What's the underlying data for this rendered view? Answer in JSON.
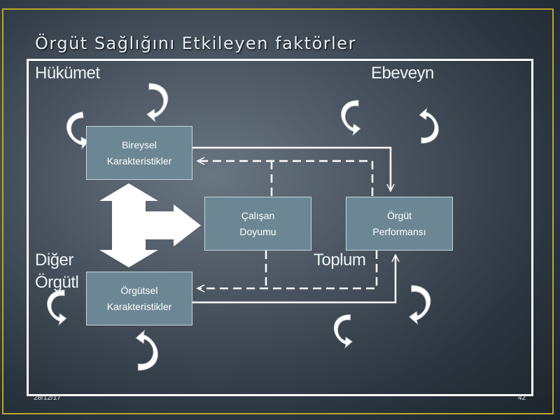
{
  "slide": {
    "title": "Örgüt Sağlığını Etkileyen faktörler",
    "footer_date": "28/12/17",
    "page_number": "42"
  },
  "environment_labels": {
    "government": "Hükümet",
    "parents": "Ebeveyn",
    "other_orgs_line1": "Diğer",
    "other_orgs_line2": "Örgütl",
    "society": "Toplum"
  },
  "boxes": {
    "individual": {
      "line1": "Bireysel",
      "line2": "Karakteristikler"
    },
    "satisfaction": {
      "line1": "Çalışan",
      "line2": "Doyumu"
    },
    "performance": {
      "line1": "Örgüt",
      "line2": "Performansı"
    },
    "organizational": {
      "line1": "Örgütsel",
      "line2": "Karakteristikler"
    }
  },
  "colors": {
    "box_fill": "#6c8793",
    "frame_accent": "#b8a82a",
    "line": "#ffffff"
  }
}
